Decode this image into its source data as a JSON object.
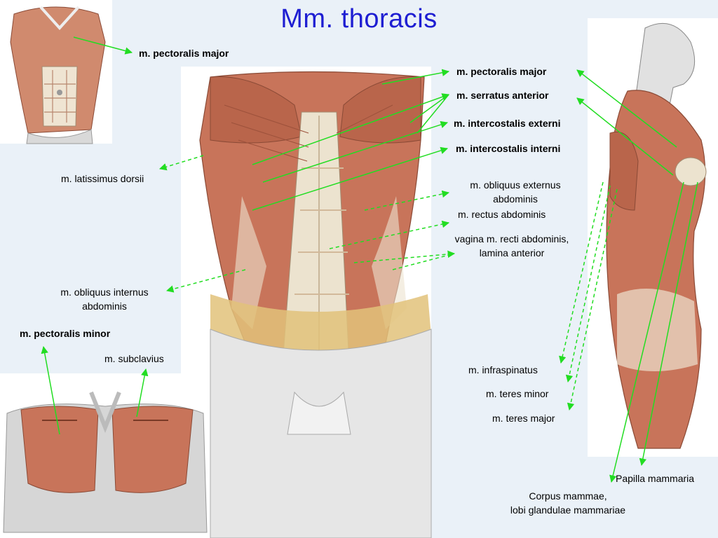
{
  "title": "Mm. thoracis",
  "colors": {
    "title": "#1e1ed2",
    "arrow": "#22dd22",
    "muscle": "#c8745a",
    "fascia": "#ece3cf",
    "fat": "#e2c27a",
    "background": "#eaf1f8"
  },
  "labels": {
    "pectoralis_major_top": "m. pectoralis major",
    "pectoralis_major_right": "m. pectoralis major",
    "serratus_anterior": "m. serratus anterior",
    "intercostalis_externi": "m. intercostalis externi",
    "intercostalis_interni": "m. intercostalis interni",
    "latissimus_dorsii": "m. latissimus dorsii",
    "obliquus_externus": [
      "m. obliquus externus",
      "abdominis"
    ],
    "rectus_abdominis": "m. rectus abdominis",
    "vagina_recti": [
      "vagina m. recti abdominis,",
      "lamina anterior"
    ],
    "obliquus_internus": [
      "m. obliquus internus",
      "abdominis"
    ],
    "pectoralis_minor": "m. pectoralis minor",
    "subclavius": "m. subclavius",
    "infraspinatus": "m. infraspinatus",
    "teres_minor": "m. teres minor",
    "teres_major": "m. teres major",
    "papilla_mammaria": "Papilla mammaria",
    "corpus_mammae": [
      "Corpus mammae,",
      "lobi glandulae mammariae"
    ]
  }
}
